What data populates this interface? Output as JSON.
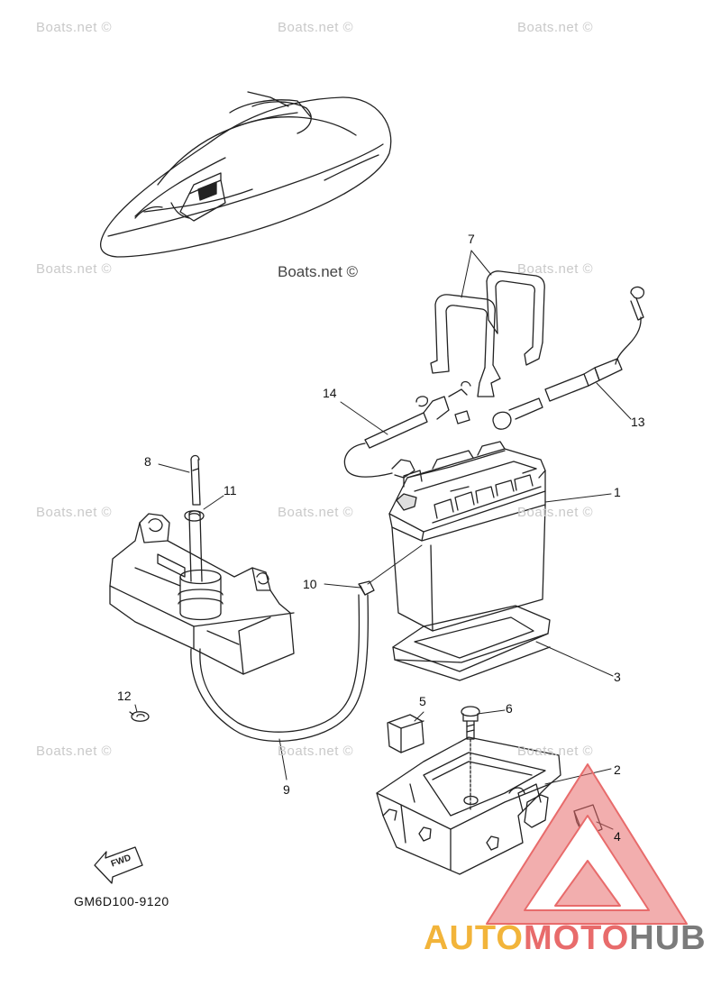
{
  "watermarks": {
    "text": "Boats.net ©",
    "center": "Boats.net ©"
  },
  "callouts": {
    "c1": "1",
    "c2": "2",
    "c3": "3",
    "c4": "4",
    "c5": "5",
    "c6": "6",
    "c7": "7",
    "c8": "8",
    "c9": "9",
    "c10": "10",
    "c11": "11",
    "c12": "12",
    "c13": "13",
    "c14": "14"
  },
  "fwd_label": "FWD",
  "diagram_code": "GM6D100-9120",
  "logo": {
    "part1": "AUTO",
    "part2": "MOTO",
    "part3": "HUB"
  },
  "colors": {
    "line": "#222222",
    "watermark": "#c9c9c9",
    "logo_red": "#e86b6b",
    "logo_yellow": "#f2b43a",
    "logo_gray": "#7b7b7b"
  }
}
